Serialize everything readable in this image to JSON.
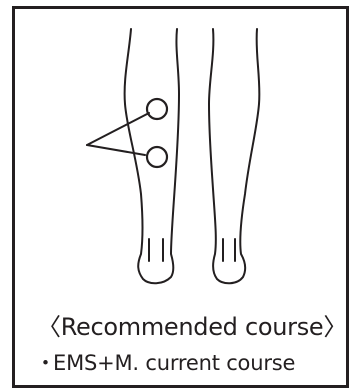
{
  "figure": {
    "subject": "legs-back-view",
    "marker_shape": "circle",
    "marker_count": 2,
    "stroke_color": "#231f20",
    "background_color": "#ffffff"
  },
  "caption": {
    "title": "〈Recommended course〉",
    "bullet": "・",
    "item": "EMS+M. current course"
  }
}
